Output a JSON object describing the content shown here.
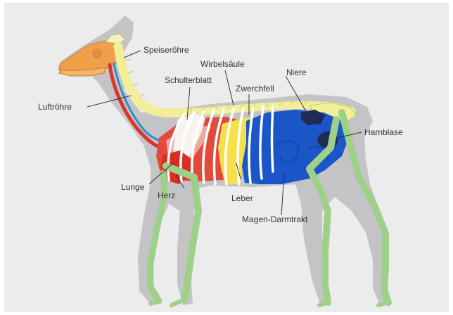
{
  "labels": {
    "speiseroehre": "Speiseröhre",
    "wirbelsaeule": "Wirbelsäule",
    "niere": "Niere",
    "schulterblatt": "Schulterblatt",
    "zwerchfell": "Zwerchfell",
    "luftroehre": "Luftröhre",
    "harnblase": "Harnblase",
    "lunge": "Lunge",
    "herz": "Herz",
    "leber": "Leber",
    "magen_darmtrakt": "Magen-Darmtrakt"
  },
  "colors": {
    "background": "#ececec",
    "silhouette": "#c4c4c6",
    "skull": "#f0a04a",
    "spine": "#f3ee9a",
    "lung": "#e24a3c",
    "lung_light": "#f0b6b0",
    "liver": "#f4e04a",
    "stomach_intestine": "#1a56c8",
    "kidney": "#1f2a55",
    "legs": "#9fd089",
    "trachea": "#d8362d",
    "esophagus": "#2a8fd0",
    "ribs": "#ffffff",
    "leader": "#333333"
  }
}
